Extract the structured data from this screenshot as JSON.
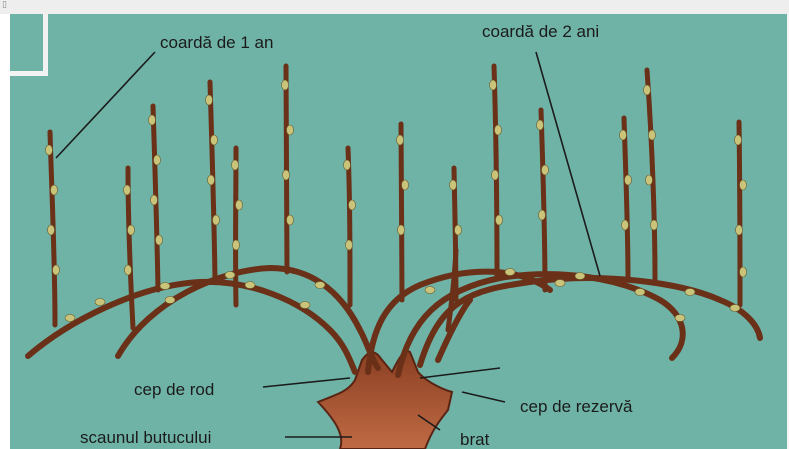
{
  "labels": {
    "cane_1yr": "coardă de 1 an",
    "cane_2yr": "coardă de 2 ani",
    "fruit_spur": "cep de rod",
    "reserve_spur": "cep de rezervă",
    "trunk_seat": "scaunul butucului",
    "arm": "brat"
  },
  "colors": {
    "background": "#6fb3a7",
    "wood": "#7a3b22",
    "trunk": "#b5623e",
    "bud": "#c9c47a"
  }
}
